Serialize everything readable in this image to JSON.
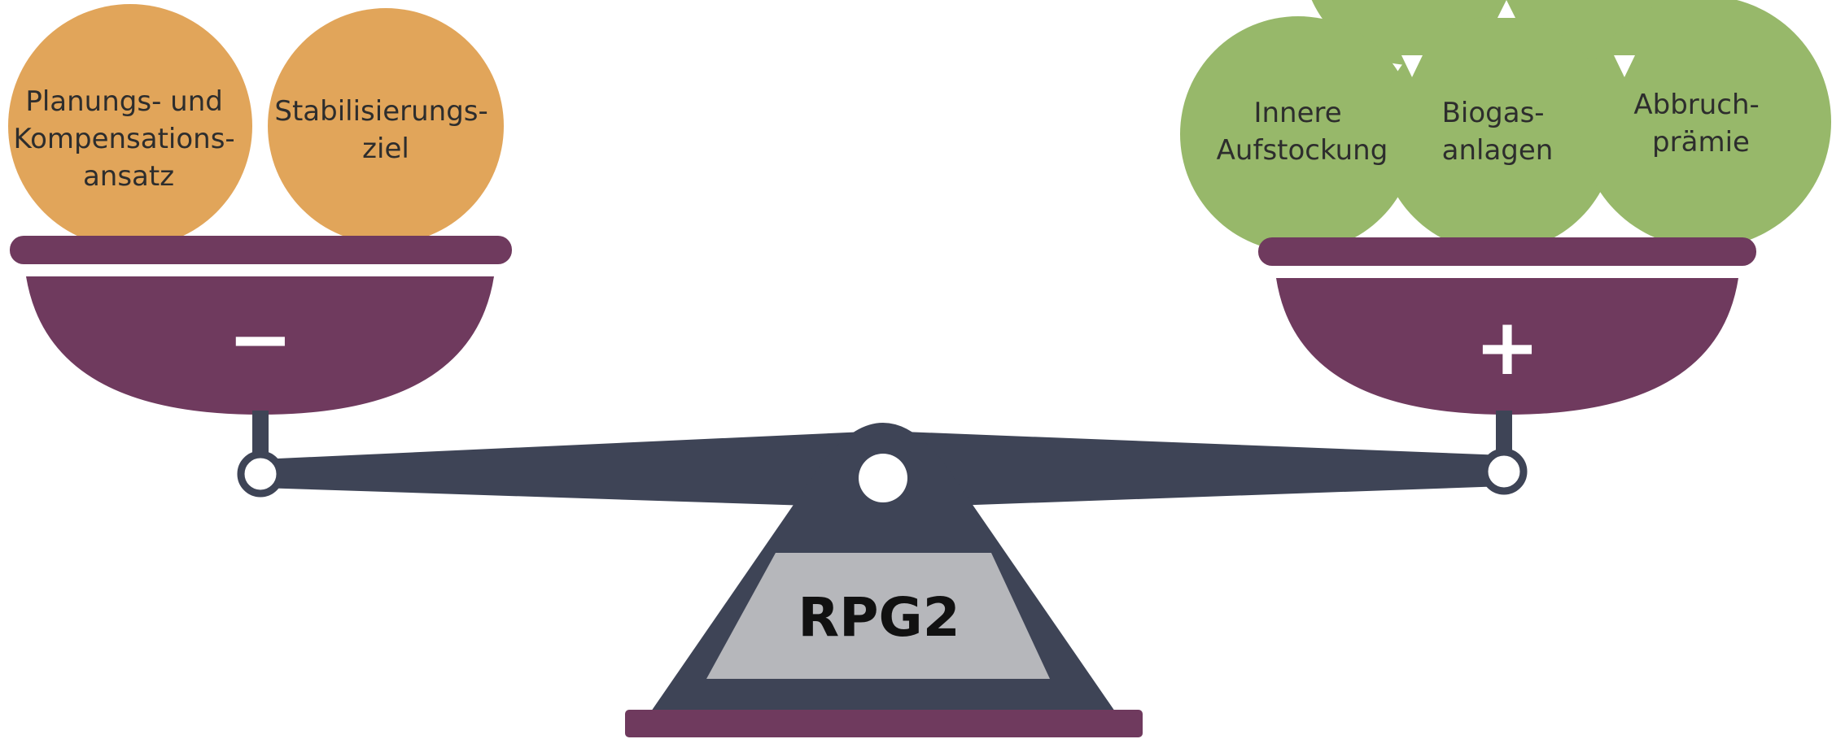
{
  "colors": {
    "orange": "#E1A55A",
    "green": "#97B86A",
    "purple": "#6F3A5E",
    "slate": "#3E4456",
    "grey": "#B6B7BB",
    "white": "#FFFFFF"
  },
  "left_pan": {
    "sign": "−",
    "items": [
      {
        "lines": [
          "Planungs- und",
          "Kompensations-",
          "ansatz"
        ]
      },
      {
        "lines": [
          "Stabilisierungs-",
          "ziel"
        ]
      }
    ]
  },
  "right_pan": {
    "sign": "+",
    "items": [
      {
        "lines": [
          "Innere",
          "Aufstockung"
        ]
      },
      {
        "lines": [
          "Biogas-",
          "anlagen"
        ]
      },
      {
        "lines": [
          "Abbruch-",
          "prämie"
        ]
      }
    ]
  },
  "base": {
    "label": "RPG2"
  }
}
